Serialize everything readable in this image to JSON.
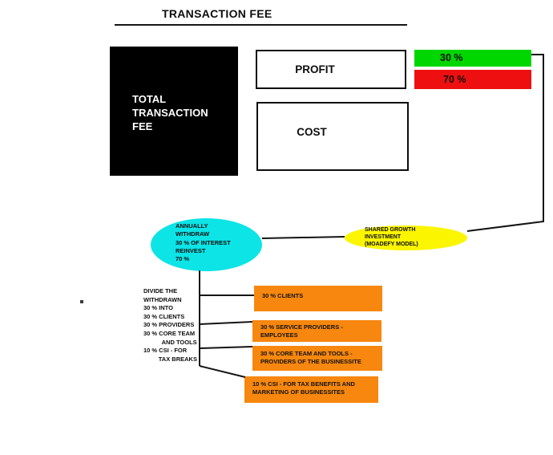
{
  "title": "TRANSACTION FEE",
  "colors": {
    "black_node": "#000000",
    "green_bar": "#00d600",
    "red_bar": "#ee1010",
    "cyan_ellipse": "#0ce4e6",
    "yellow_ellipse": "#fbf500",
    "orange_box": "#f7870e",
    "line": "#141414"
  },
  "nodes": {
    "total_fee": "TOTAL\nTRANSACTION\nFEE",
    "profit": "PROFIT",
    "cost": "COST",
    "split_green": "30 %",
    "split_red": "70 %",
    "annually": "ANNUALLY\nWITHDRAW\n30 % OF INTEREST\nREINVEST\n70 %",
    "shared_growth": "SHARED GROWTH\nINVESTMENT\n(MOADEFY MODEL)",
    "divide_note": "DIVIDE THE\nWITHDRAWN\n30 % INTO\n30 % CLIENTS\n30 % PROVIDERS\n30 % CORE TEAM\n           AND TOOLS\n10 % CSI - FOR\n         TAX BREAKS"
  },
  "allocations": [
    {
      "label": "30 % CLIENTS"
    },
    {
      "label": "30 % SERVICE PROVIDERS -\nEMPLOYEES"
    },
    {
      "label": "30 % CORE TEAM AND TOOLS -\nPROVIDERS OF THE BUSINESSITE"
    },
    {
      "label": "10 % CSI - FOR TAX BENEFITS AND\nMARKETING OF BUSINESSITES"
    }
  ]
}
